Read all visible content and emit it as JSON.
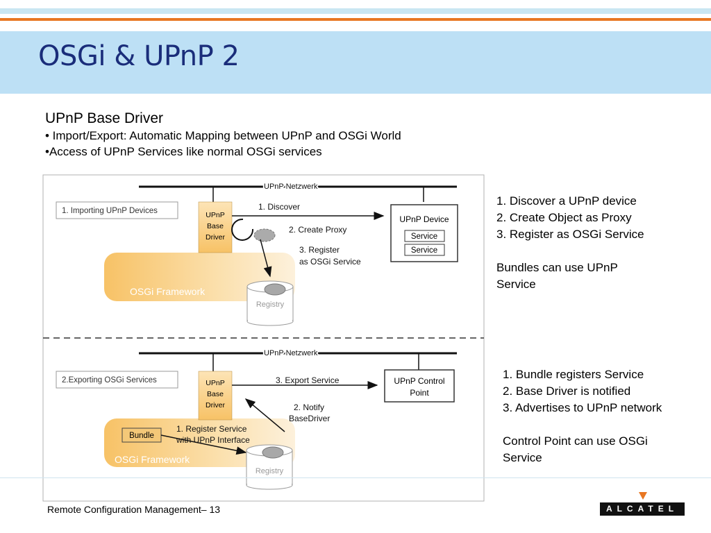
{
  "slide": {
    "title": "OSGi & UPnP 2",
    "heading": "UPnP Base Driver",
    "bullets": [
      "• Import/Export: Automatic Mapping between UPnP and OSGi World",
      "•Access of UPnP Services like normal OSGi services"
    ],
    "footer": "Remote Configuration Management– 13",
    "logo_text": "ALCATEL"
  },
  "diagram": {
    "network_label": "UPnP Netzwerk",
    "import": {
      "section_label": "1. Importing UPnP Devices",
      "base_driver": [
        "UPnP",
        "Base",
        "Driver"
      ],
      "step_discover": "1. Discover",
      "step_proxy": "2. Create Proxy",
      "step_register": [
        "3. Register",
        "as OSGi Service"
      ],
      "device_title": "UPnP Device",
      "device_services": [
        "Service",
        "Service"
      ],
      "framework_label": "OSGi Framework",
      "registry_label": "Registry"
    },
    "export": {
      "section_label": "2.Exporting OSGi Services",
      "base_driver": [
        "UPnP",
        "Base",
        "Driver"
      ],
      "step_export": "3. Export Service",
      "control_point": [
        "UPnP Control",
        "Point"
      ],
      "step_notify": [
        "2. Notify",
        "BaseDriver"
      ],
      "step_register": [
        "1. Register Service",
        "with UPnP Interface"
      ],
      "bundle_label": "Bundle",
      "framework_label": "OSGi Framework",
      "registry_label": "Registry"
    }
  },
  "notes_import": [
    "1. Discover a UPnP device",
    "2. Create Object as Proxy",
    "3. Register as OSGi Service",
    "",
    "Bundles can use UPnP",
    "Service"
  ],
  "notes_export": [
    "1. Bundle registers Service",
    "2. Base Driver is notified",
    "3. Advertises to UPnP network",
    "",
    "Control Point can use OSGi",
    "Service"
  ]
}
